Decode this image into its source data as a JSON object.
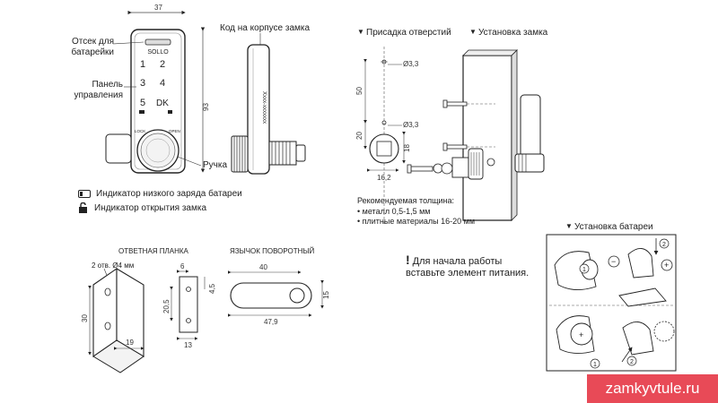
{
  "top_left": {
    "width_dim": "37",
    "height_dim": "93",
    "battery_compartment": "Отсек для батарейки",
    "control_panel": "Панель управления",
    "handle": "Ручка",
    "brand": "SOLLO",
    "keys": [
      "1",
      "2",
      "3",
      "4",
      "5",
      "DK"
    ],
    "lock_label": "LOCK",
    "open_label": "OPEN"
  },
  "body_code": {
    "title": "Код на корпусе замка",
    "code": "Xxxx-xxxxxxx"
  },
  "indicators": {
    "low_battery": "Индикатор низкого заряда батареи",
    "lock_open": "Индикатор открытия замка"
  },
  "drilling": {
    "title": "Присадка отверстий",
    "hole1": "Ø3,3",
    "hole2": "Ø3,3",
    "dim_50": "50",
    "dim_20": "20",
    "dim_18": "18",
    "dim_16_2": "16,2"
  },
  "installation": {
    "title": "Установка замка"
  },
  "thickness": {
    "heading": "Рекомендуемая толщина:",
    "metal": "• металл 0,5-1,5 мм",
    "boards": "• плитные материалы 16-20 мм"
  },
  "strike_plate": {
    "title": "ОТВЕТНАЯ ПЛАНКА",
    "holes": "2 отв. Ø4 мм",
    "dim_30": "30",
    "dim_19": "19",
    "dim_6": "6",
    "dim_20_5": "20,5",
    "dim_4_5": "4,5",
    "dim_13": "13"
  },
  "cam": {
    "title": "ЯЗЫЧОК ПОВОРОТНЫЙ",
    "dim_40": "40",
    "dim_47_9": "47,9",
    "dim_15": "15"
  },
  "notice": {
    "excl": "!",
    "line1": "Для начала работы",
    "line2": "вставьте элемент питания."
  },
  "battery_install": {
    "title": "Установка батареи",
    "step1": "1",
    "step2": "2",
    "minus": "−",
    "plus": "+"
  },
  "watermark": "zamkyvtule.ru",
  "colors": {
    "ink": "#222222",
    "watermark_bg": "#e84a57"
  }
}
